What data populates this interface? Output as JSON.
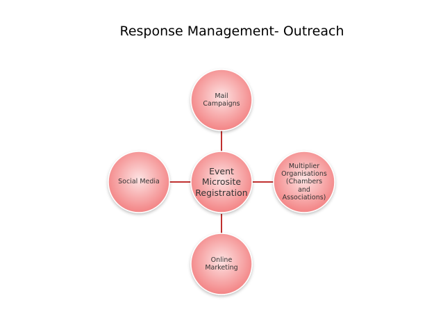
{
  "title": "Response Management- Outreach",
  "colors": {
    "node_fill_center": "#fde3e3",
    "node_fill_edge": "#f27b7c",
    "node_stroke": "#ffffff",
    "connector": "#c0302f"
  },
  "nodes": {
    "center": "Event\nMicrosite\nRegistration",
    "top": "Mail\nCampaigns",
    "left": "Social Media",
    "right": "Multiplier\nOrganisations\n(Chambers\nand\nAssociations)",
    "bottom": "Online\nMarketing"
  }
}
